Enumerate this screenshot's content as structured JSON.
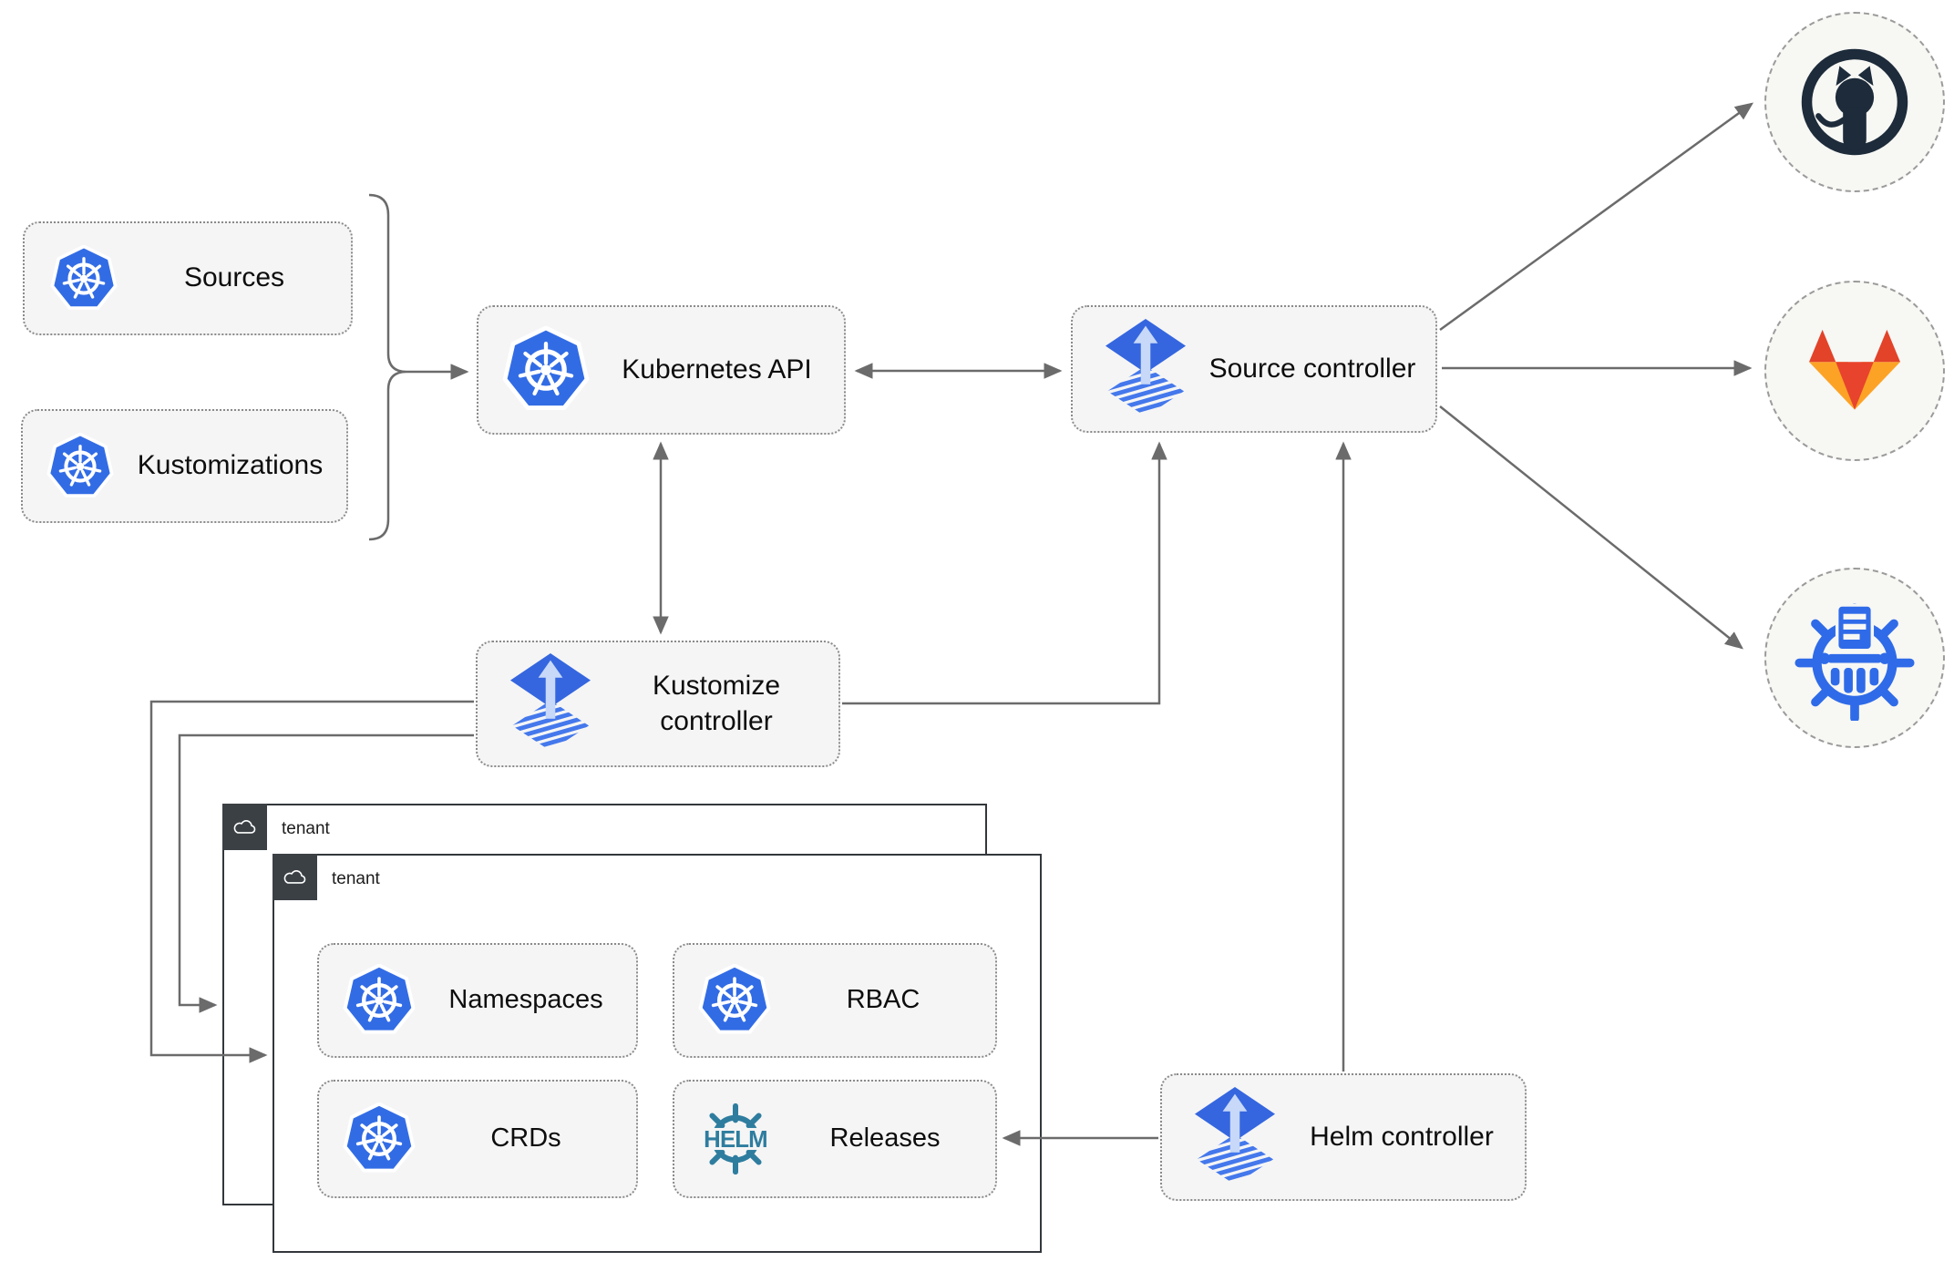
{
  "diagram": {
    "nodes": {
      "sources": {
        "label": "Sources",
        "icon": "kubernetes"
      },
      "kustomizations": {
        "label": "Kustomizations",
        "icon": "kubernetes"
      },
      "kubernetes_api": {
        "label": "Kubernetes API",
        "icon": "kubernetes"
      },
      "source_controller": {
        "label": "Source controller",
        "icon": "flux"
      },
      "kustomize_controller": {
        "label": "Kustomize controller",
        "icon": "flux"
      },
      "helm_controller": {
        "label": "Helm controller",
        "icon": "flux"
      },
      "tenant_back": {
        "label": "tenant",
        "icon": "cloud"
      },
      "tenant_front": {
        "label": "tenant",
        "icon": "cloud"
      },
      "namespaces": {
        "label": "Namespaces",
        "icon": "kubernetes"
      },
      "rbac": {
        "label": "RBAC",
        "icon": "kubernetes"
      },
      "crds": {
        "label": "CRDs",
        "icon": "kubernetes"
      },
      "releases": {
        "label": "Releases",
        "icon": "helm"
      },
      "github": {
        "icon": "github"
      },
      "gitlab": {
        "icon": "gitlab"
      },
      "chart_repository": {
        "icon": "chart-repository-wheel"
      }
    },
    "edges": [
      {
        "from": "sources+kustomizations",
        "to": "kubernetes_api",
        "arrow": "single"
      },
      {
        "from": "kubernetes_api",
        "to": "source_controller",
        "arrow": "double"
      },
      {
        "from": "kubernetes_api",
        "to": "kustomize_controller",
        "arrow": "double"
      },
      {
        "from": "kustomize_controller",
        "to": "source_controller",
        "arrow": "single"
      },
      {
        "from": "helm_controller",
        "to": "source_controller",
        "arrow": "single"
      },
      {
        "from": "helm_controller",
        "to": "releases",
        "arrow": "single"
      },
      {
        "from": "kustomize_controller",
        "to": "tenant_front",
        "arrow": "single"
      },
      {
        "from": "kustomize_controller",
        "to": "tenant_back",
        "arrow": "single"
      },
      {
        "from": "source_controller",
        "to": "github",
        "arrow": "single"
      },
      {
        "from": "source_controller",
        "to": "gitlab",
        "arrow": "single"
      },
      {
        "from": "source_controller",
        "to": "chart_repository",
        "arrow": "single"
      }
    ],
    "colors": {
      "kubernetes_blue": "#326ce5",
      "flux_blue": "#3566df",
      "flux_stripe_blue": "#4478ec",
      "flux_arrow_light": "#c7d8f8",
      "helm_teal": "#2e7d9f",
      "github_dark": "#1d2b3a",
      "gitlab_red": "#e24329",
      "gitlab_amber": "#fca326",
      "chart_repo_blue": "#2f6be8",
      "node_fill": "#f5f5f5",
      "connector_gray": "#6b6b6b",
      "tenant_border": "#33373c",
      "tenant_tab": "#3b4045"
    }
  }
}
